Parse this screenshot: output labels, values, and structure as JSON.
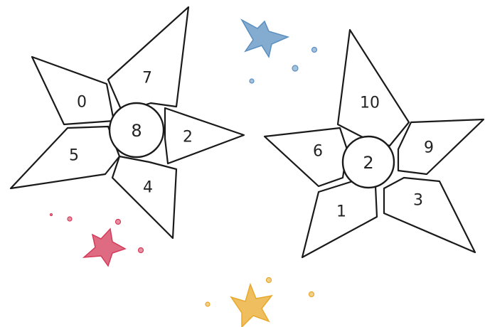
{
  "left_star": {
    "center": "8",
    "petals": [
      "7",
      "2",
      "4",
      "5",
      "0"
    ]
  },
  "right_star": {
    "center": "2",
    "petals": [
      "10",
      "9",
      "3",
      "1",
      "6"
    ]
  },
  "colors": {
    "outline": "#1a1a1a",
    "sparkle_blue": "#5b8fc0",
    "sparkle_red": "#d43a5a",
    "sparkle_yellow": "#e8a82a"
  }
}
